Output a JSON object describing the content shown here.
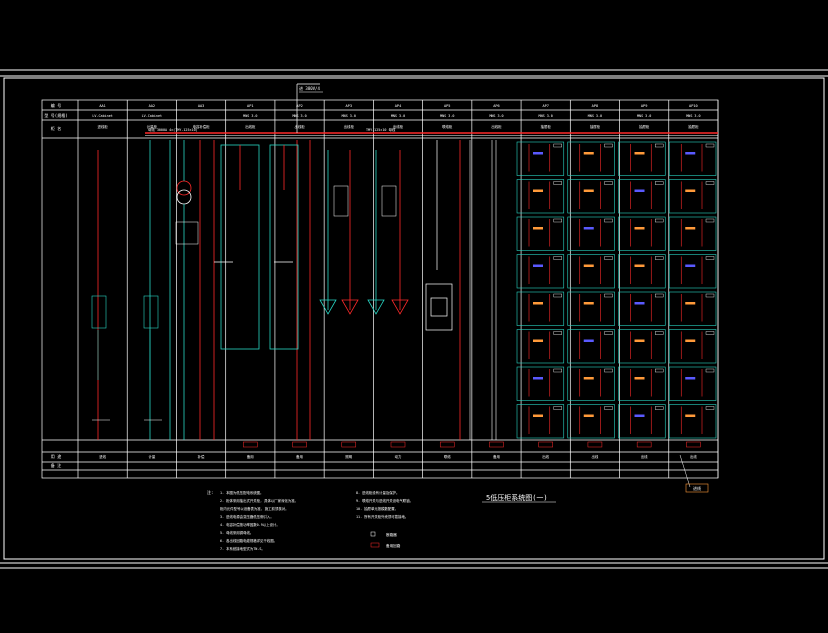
{
  "drawing": {
    "title": "5低压柜系统图(一)",
    "top_tag": "进 380V/4",
    "right_tag": "进线",
    "colors": {
      "background": "#000000",
      "line_white": "#ffffff",
      "line_red": "#ff2a2a",
      "line_cyan": "#28d6c4",
      "label_blue": "#5a5aff",
      "label_orange": "#ff9a3a"
    }
  },
  "panel_table": {
    "header_labels": [
      "编 号",
      "型 号(规格)",
      "柜 名"
    ],
    "footer_labels": [
      "用 途",
      "备 注"
    ],
    "columns": [
      {
        "no": "AA1",
        "model": "LV-Cabinet",
        "name": "进线柜"
      },
      {
        "no": "AA2",
        "model": "LV-Cabinet",
        "name": "计量柜"
      },
      {
        "no": "AA3",
        "model": "",
        "name": "电容补偿柜"
      },
      {
        "no": "AP1",
        "model": "MNS 3.0",
        "name": "出线柜"
      },
      {
        "no": "AP2",
        "model": "MNS 3.0",
        "name": "出线柜"
      },
      {
        "no": "AP3",
        "model": "MNS 3.0",
        "name": "出线柜"
      },
      {
        "no": "AP4",
        "model": "MNS 3.0",
        "name": "出线柜"
      },
      {
        "no": "AP5",
        "model": "MNS 3.0",
        "name": "联络柜"
      },
      {
        "no": "AP6",
        "model": "MNS 3.0",
        "name": "出线柜"
      },
      {
        "no": "AP7",
        "model": "MNS 3.0",
        "name": "抽屉柜"
      },
      {
        "no": "AP8",
        "model": "MNS 3.0",
        "name": "抽屉柜"
      },
      {
        "no": "AP9",
        "model": "MNS 3.0",
        "name": "抽屉柜"
      },
      {
        "no": "AP10",
        "model": "MNS 3.0",
        "name": "抽屉柜"
      }
    ],
    "bus_label_left": "母线 3000A 4×(TMY-125×10)",
    "bus_label_right": "TMY-125×10 母线",
    "usage_row": [
      "进线",
      "计量",
      "补偿",
      "备用",
      "备用",
      "照明",
      "动力",
      "联络",
      "备用",
      "出线",
      "出线",
      "出线",
      "出线"
    ]
  },
  "notes": {
    "header": "注:",
    "left": [
      "1. 本图为低压配电系统图。",
      "2. 柜体采用抽出式开关柜, 具体以厂家深化为准。",
      "   柜内元件型号以设备表为准, 施工前须核对。",
      "3. 进线电源由变压器低压侧引入。",
      "4. 电容补偿按功率因数0.9以上设计。",
      "5. 母线采用铜母线。",
      "6. 各出线回路电缆规格详见干线图。",
      "7. 本系统接地型式为TN-S。"
    ],
    "right": [
      "8. 进线柜设有计量及保护。",
      "9. 联络开关与进线开关设电气联锁。",
      "10. 抽屉单元按模数配置。",
      "11. 所有开关柜外壳须可靠接地。"
    ],
    "legend": [
      {
        "label": "断路器"
      },
      {
        "label": "备用回路"
      }
    ]
  }
}
